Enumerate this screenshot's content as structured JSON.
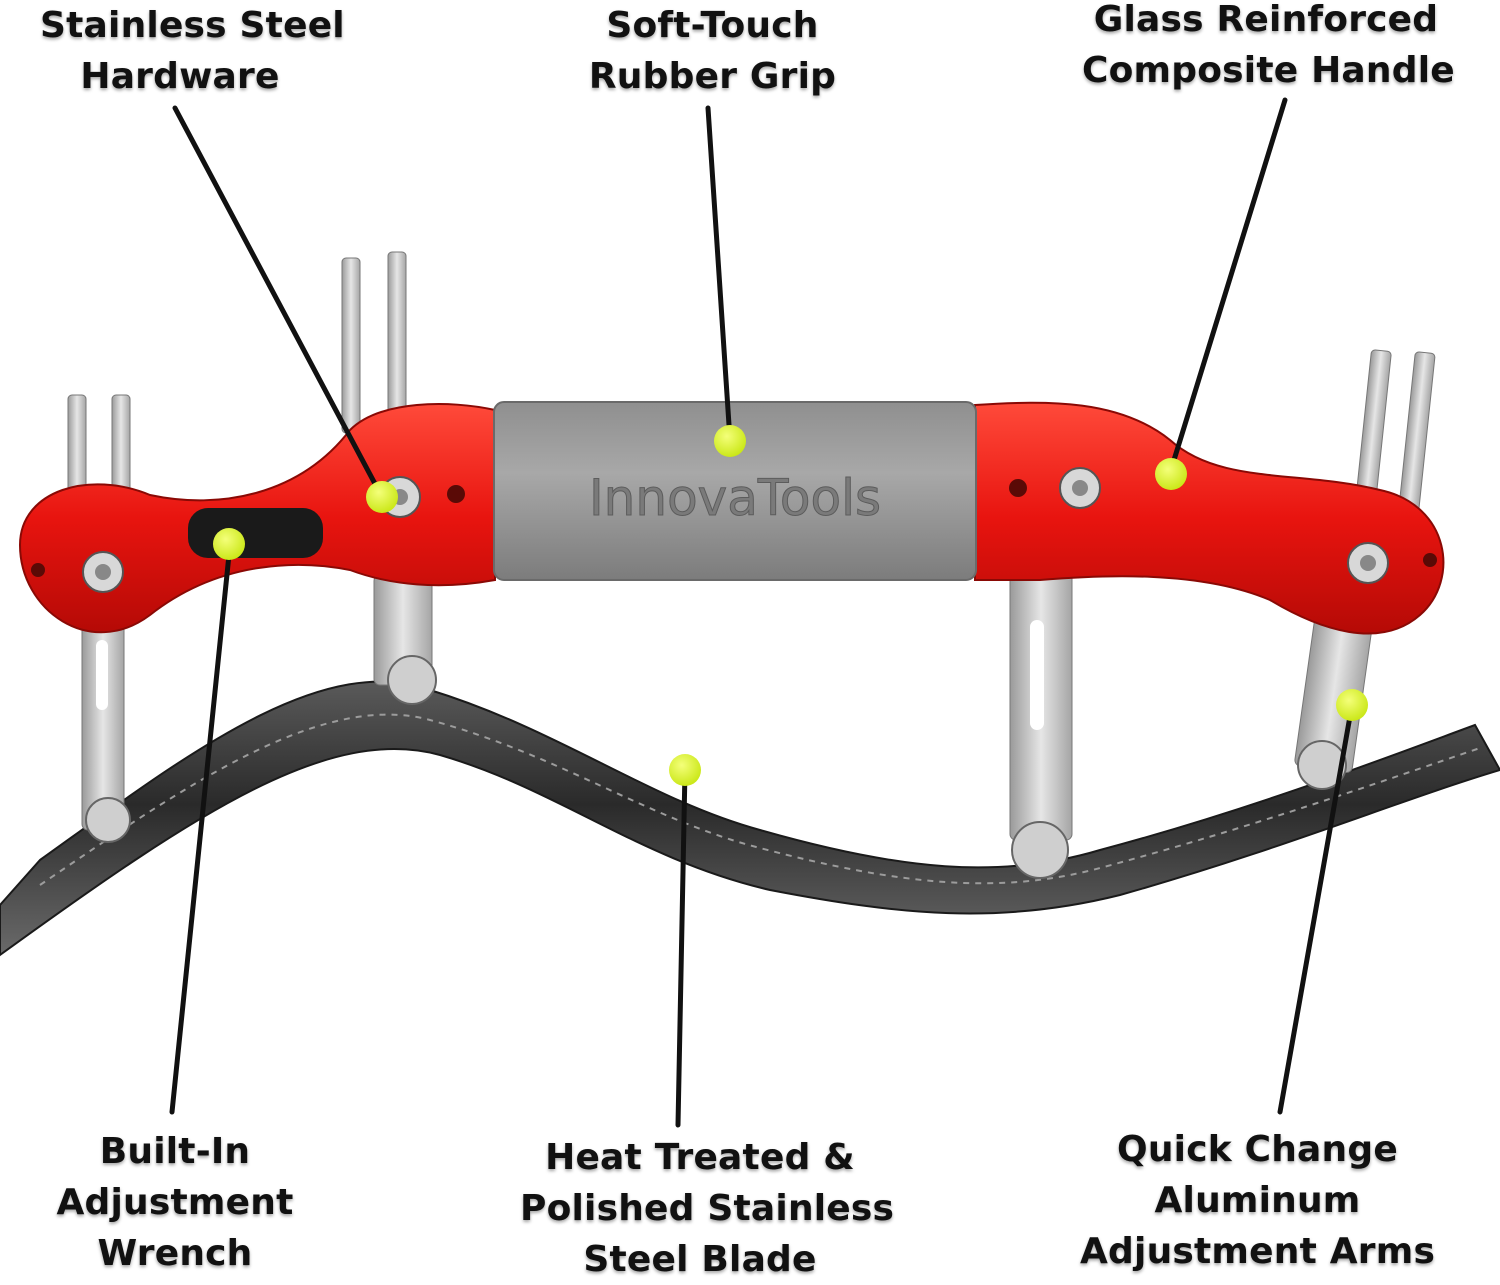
{
  "brand": "InnovaTools",
  "colors": {
    "handle_red": "#e8140f",
    "grip_gray": "#9b9b9b",
    "blade_steel": "#3a3a3a",
    "arm_silver": "#c9c9c9",
    "marker_dot": "#d7f51c",
    "leader_line": "#111111"
  },
  "callouts": {
    "stainless_hardware": {
      "line1": "Stainless Steel",
      "line2": "Hardware"
    },
    "rubber_grip": {
      "line1": "Soft-Touch",
      "line2": "Rubber Grip"
    },
    "composite_handle": {
      "line1": "Glass Reinforced",
      "line2": "Composite Handle"
    },
    "wrench": {
      "line1": "Built-In",
      "line2": "Adjustment",
      "line3": "Wrench"
    },
    "blade": {
      "line1": "Heat Treated &",
      "line2": "Polished Stainless",
      "line3": "Steel Blade"
    },
    "arms": {
      "line1": "Quick Change",
      "line2": "Aluminum",
      "line3": "Adjustment Arms"
    }
  }
}
